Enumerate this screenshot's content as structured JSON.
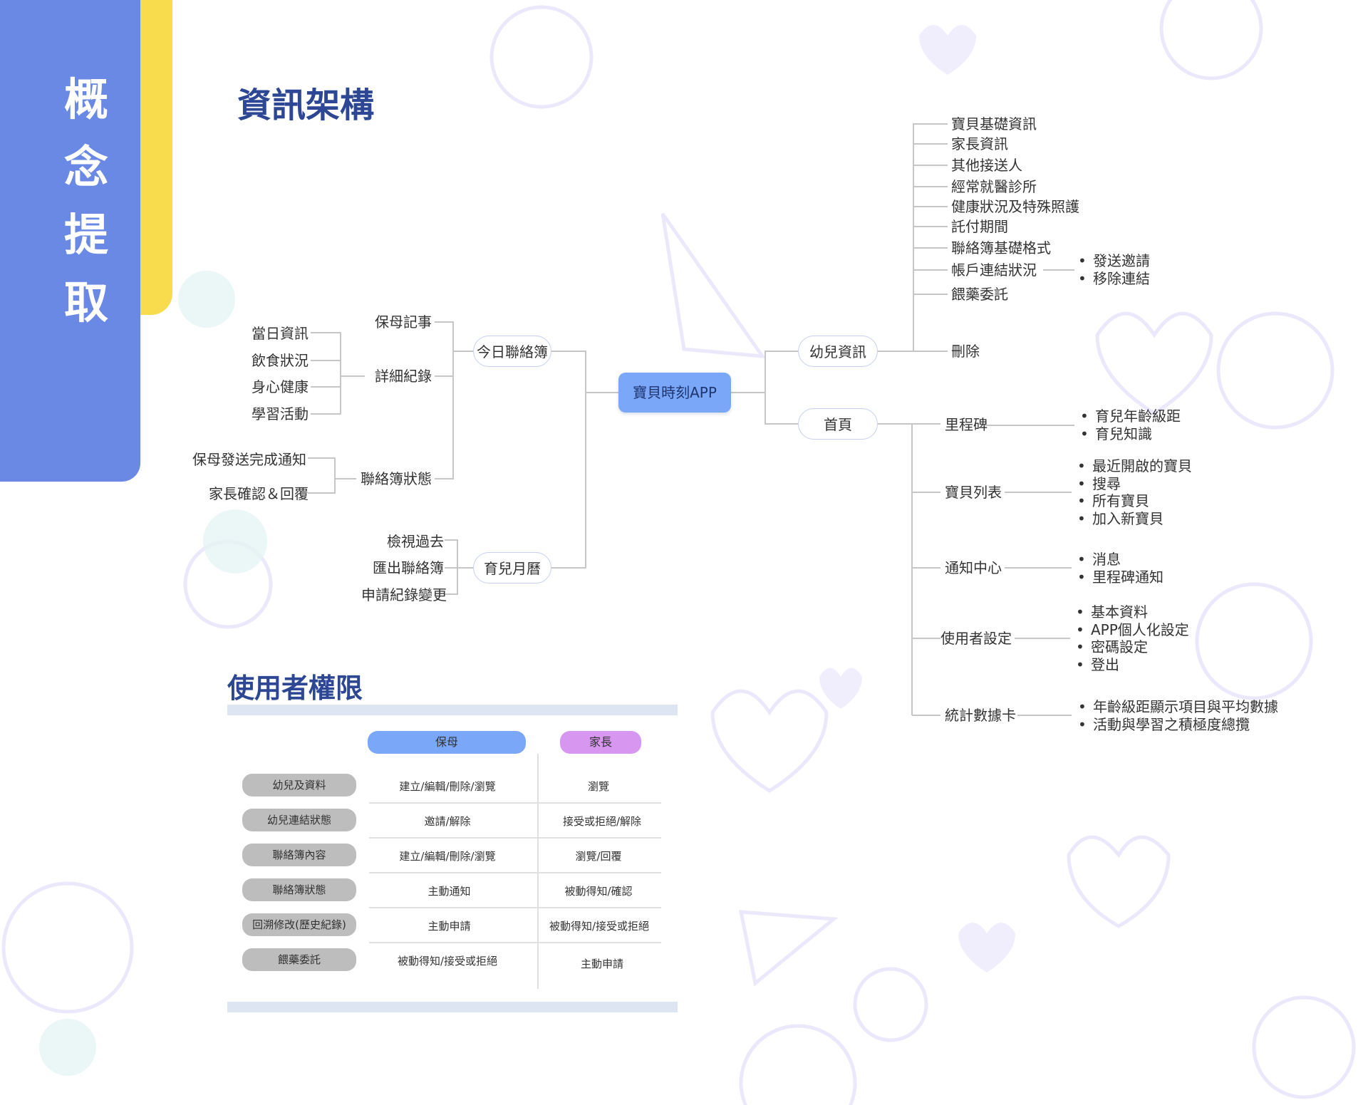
{
  "side_tab": {
    "chars": [
      "概",
      "念",
      "提",
      "取"
    ]
  },
  "info_arch": {
    "title": "資訊架構",
    "root": "寶貝時刻APP",
    "left": {
      "today": {
        "label": "今日聯絡簿",
        "nanny_notes": "保母記事",
        "detail": {
          "label": "詳細紀錄",
          "items": [
            "當日資訊",
            "飲食狀況",
            "身心健康",
            "學習活動"
          ]
        },
        "status": {
          "label": "聯絡簿狀態",
          "items": [
            "保母發送完成通知",
            "家長確認＆回覆"
          ]
        }
      },
      "calendar": {
        "label": "育兒月曆",
        "items": [
          "檢視過去",
          "匯出聯絡簿",
          "申請紀錄變更"
        ]
      }
    },
    "right": {
      "child_info": {
        "label": "幼兒資訊",
        "items": [
          "寶貝基礎資訊",
          "家長資訊",
          "其他接送人",
          "經常就醫診所",
          "健康狀況及特殊照護",
          "託付期間",
          "聯絡簿基礎格式",
          "帳戶連結狀況",
          "餵藥委託"
        ],
        "account_sub": [
          "發送邀請",
          "移除連結"
        ],
        "delete": "刪除"
      },
      "home": {
        "label": "首頁",
        "groups": [
          {
            "label": "里程碑",
            "items": [
              "育兒年齡級距",
              "育兒知識"
            ]
          },
          {
            "label": "寶貝列表",
            "items": [
              "最近開啟的寶貝",
              "搜尋",
              "所有寶貝",
              "加入新寶貝"
            ]
          },
          {
            "label": "通知中心",
            "items": [
              "消息",
              "里程碑通知"
            ]
          },
          {
            "label": "使用者設定",
            "items": [
              "基本資料",
              "APP個人化設定",
              "密碼設定",
              "登出"
            ]
          },
          {
            "label": "統計數據卡",
            "items": [
              "年齡級距顯示項目與平均數據",
              "活動與學習之積極度總攬"
            ]
          }
        ]
      }
    }
  },
  "permissions": {
    "title": "使用者權限",
    "columns": [
      "保母",
      "家長"
    ],
    "rows": [
      {
        "label": "幼兒及資料",
        "nanny": "建立/編輯/刪除/瀏覽",
        "parent": "瀏覽"
      },
      {
        "label": "幼兒連結狀態",
        "nanny": "邀請/解除",
        "parent": "接受或拒絕/解除"
      },
      {
        "label": "聯絡簿內容",
        "nanny": "建立/編輯/刪除/瀏覽",
        "parent": "瀏覽/回覆"
      },
      {
        "label": "聯絡簿狀態",
        "nanny": "主動通知",
        "parent": "被動得知/確認"
      },
      {
        "label": "回溯修改(歷史紀錄)",
        "nanny": "主動申請",
        "parent": "被動得知/接受或拒絕"
      },
      {
        "label": "餵藥委託",
        "nanny": "被動得知/接受或拒絕",
        "parent": "主動申請"
      }
    ]
  },
  "colors": {
    "side_blue": "#6a89e4",
    "side_yellow": "#f8dc4e",
    "title_navy": "#2d4794",
    "root_blue": "#7aa7f8",
    "nanny_blue": "#7aa7f8",
    "parent_purple": "#d797f0",
    "row_grey": "#bdbdbd"
  }
}
